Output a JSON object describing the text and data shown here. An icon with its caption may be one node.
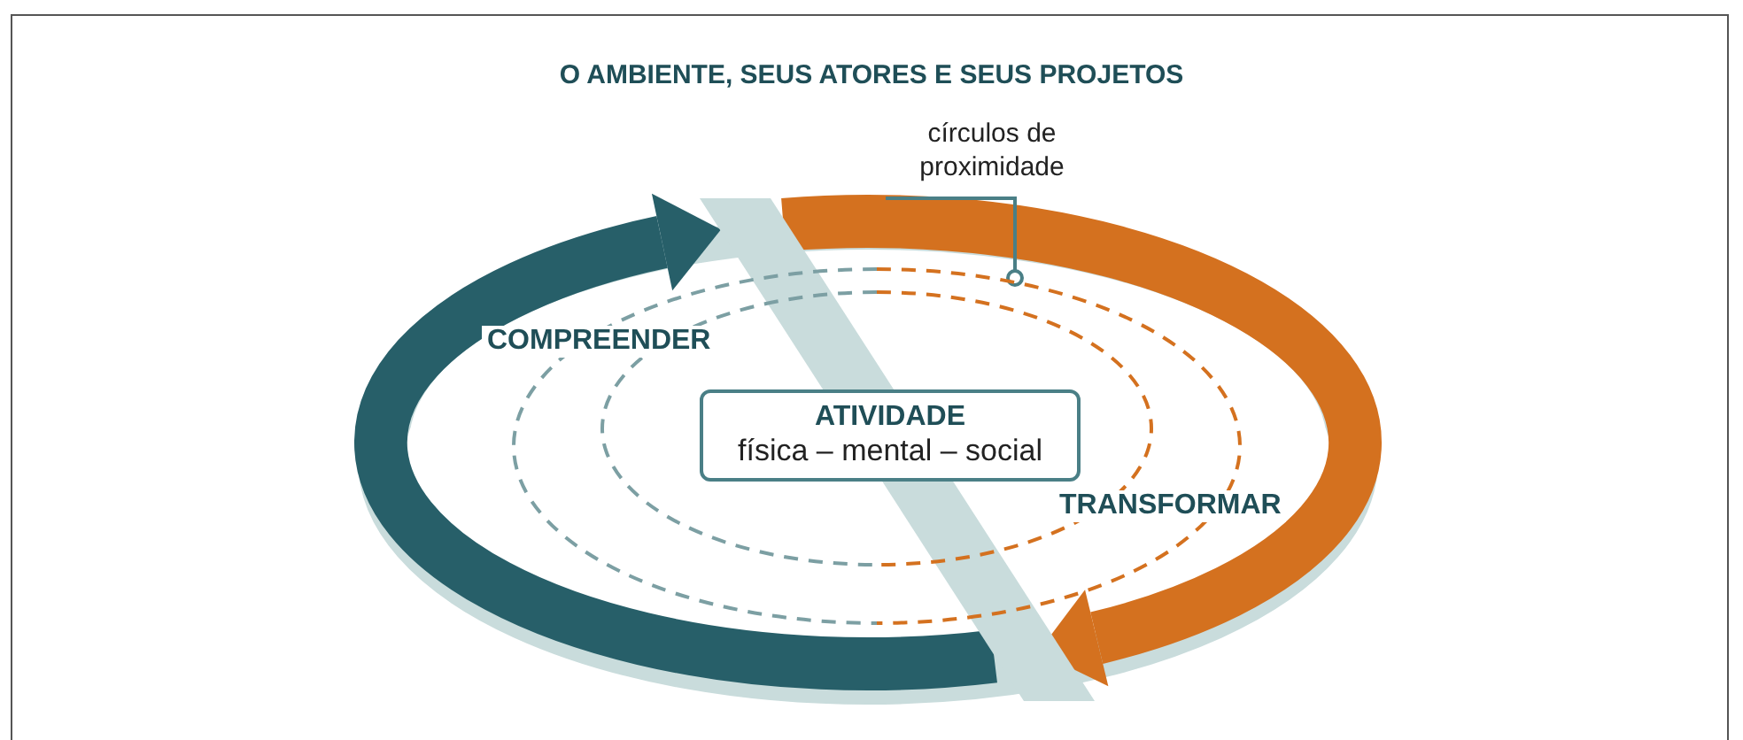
{
  "diagram": {
    "title": "O AMBIENTE, SEUS ATORES E SEUS PROJETOS",
    "nodes": [
      {
        "text": [
          "ATIVIDADE",
          "física – mental – social"
        ],
        "in": 2
      },
      {
        "text": [
          "círculos de proximidade"
        ]
      },
      {
        "text": [],
        "shape": "circle"
      }
    ],
    "edges": [
      {
        "from": 1,
        "to": 2,
        "arrow": "other"
      }
    ],
    "labels": [
      "COMPREENDER",
      "TRANSFORMAR"
    ]
  }
}
